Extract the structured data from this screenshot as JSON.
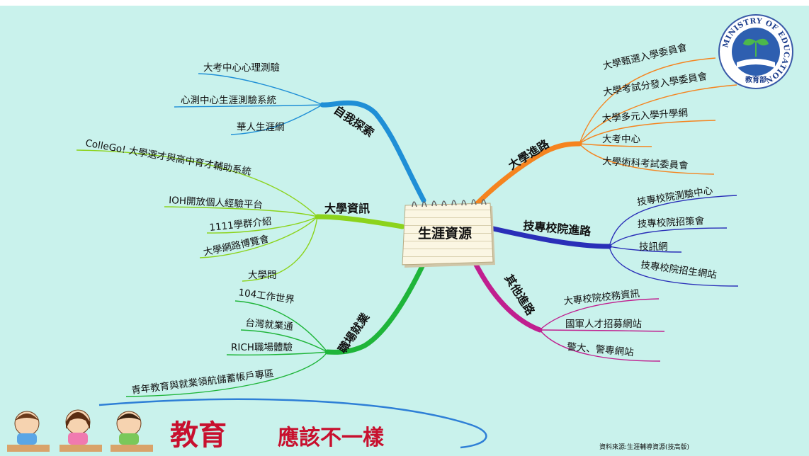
{
  "center": {
    "title": "生涯資源"
  },
  "branches": {
    "self": {
      "label": "自我探索",
      "color": "#1f8fd6",
      "items": [
        "大考中心心理測驗",
        "心測中心生涯測驗系統",
        "華人生涯網"
      ]
    },
    "univinfo": {
      "label": "大學資訊",
      "color": "#8cd31c",
      "items": [
        "ColleGo! 大學選才與高中育才輔助系統",
        "IOH開放個人經驗平台",
        "1111學群介紹",
        "大學網路博覽會",
        "大學問"
      ]
    },
    "career": {
      "label": "職場就業",
      "color": "#1fb53a",
      "items": [
        "104工作世界",
        "台灣就業通",
        "RICH職場體驗",
        "青年教育與就業領航儲蓄帳戶專區"
      ]
    },
    "univpath": {
      "label": "大學進路",
      "color": "#f5841f",
      "items": [
        "大學甄選入學委員會",
        "大學考試分發入學委員會",
        "大學多元入學升學網",
        "大考中心",
        "大學術科考試委員會"
      ]
    },
    "techpath": {
      "label": "技專校院進路",
      "color": "#2a2fb8",
      "items": [
        "技專校院測驗中心",
        "技專校院招策會",
        "技訊網",
        "技專校院招生網站"
      ]
    },
    "other": {
      "label": "其他進路",
      "color": "#c01f8f",
      "items": [
        "大專校院校務資訊",
        "國軍人才招募網站",
        "警大、警專網站"
      ]
    }
  },
  "logo": {
    "ring_text": "MINISTRY OF EDUCATION",
    "name": "教育部"
  },
  "slogan": {
    "main": "教育",
    "sub": "應該不一樣"
  },
  "source": "資料來源:生涯輔導資源(技高版)"
}
